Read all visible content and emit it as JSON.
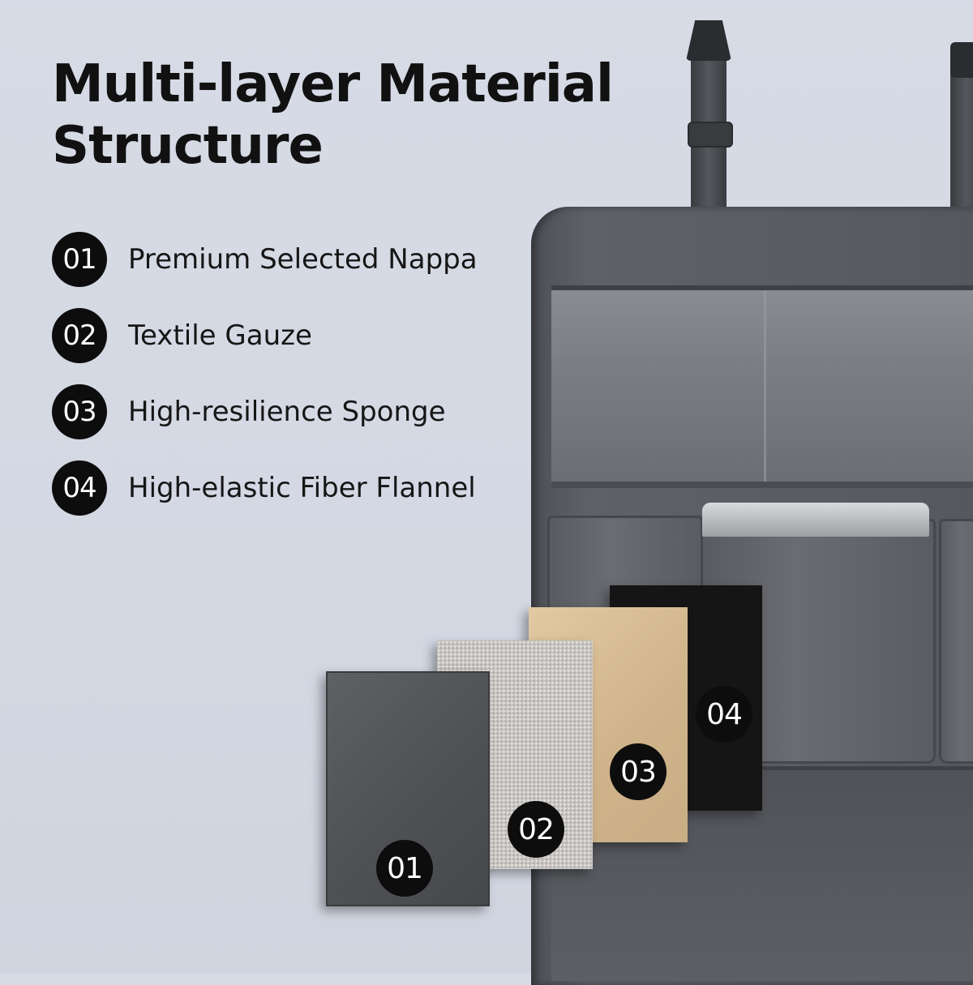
{
  "heading": {
    "line1": "Multi-layer Material",
    "line2": "Structure"
  },
  "layers": [
    {
      "number": "01",
      "label": "Premium Selected Nappa"
    },
    {
      "number": "02",
      "label": "Textile Gauze"
    },
    {
      "number": "03",
      "label": "High-resilience Sponge"
    },
    {
      "number": "04",
      "label": "High-elastic Fiber Flannel"
    }
  ],
  "swatches": [
    {
      "number": "01",
      "color": "#55575b"
    },
    {
      "number": "02",
      "color": "#c9c6c3"
    },
    {
      "number": "03",
      "color": "#d8bd95"
    },
    {
      "number": "04",
      "color": "#151515"
    }
  ],
  "colors": {
    "background": "#d6dbe6",
    "text": "#111111",
    "badge": "#0d0d0d",
    "organizer": "#5a5c62"
  }
}
